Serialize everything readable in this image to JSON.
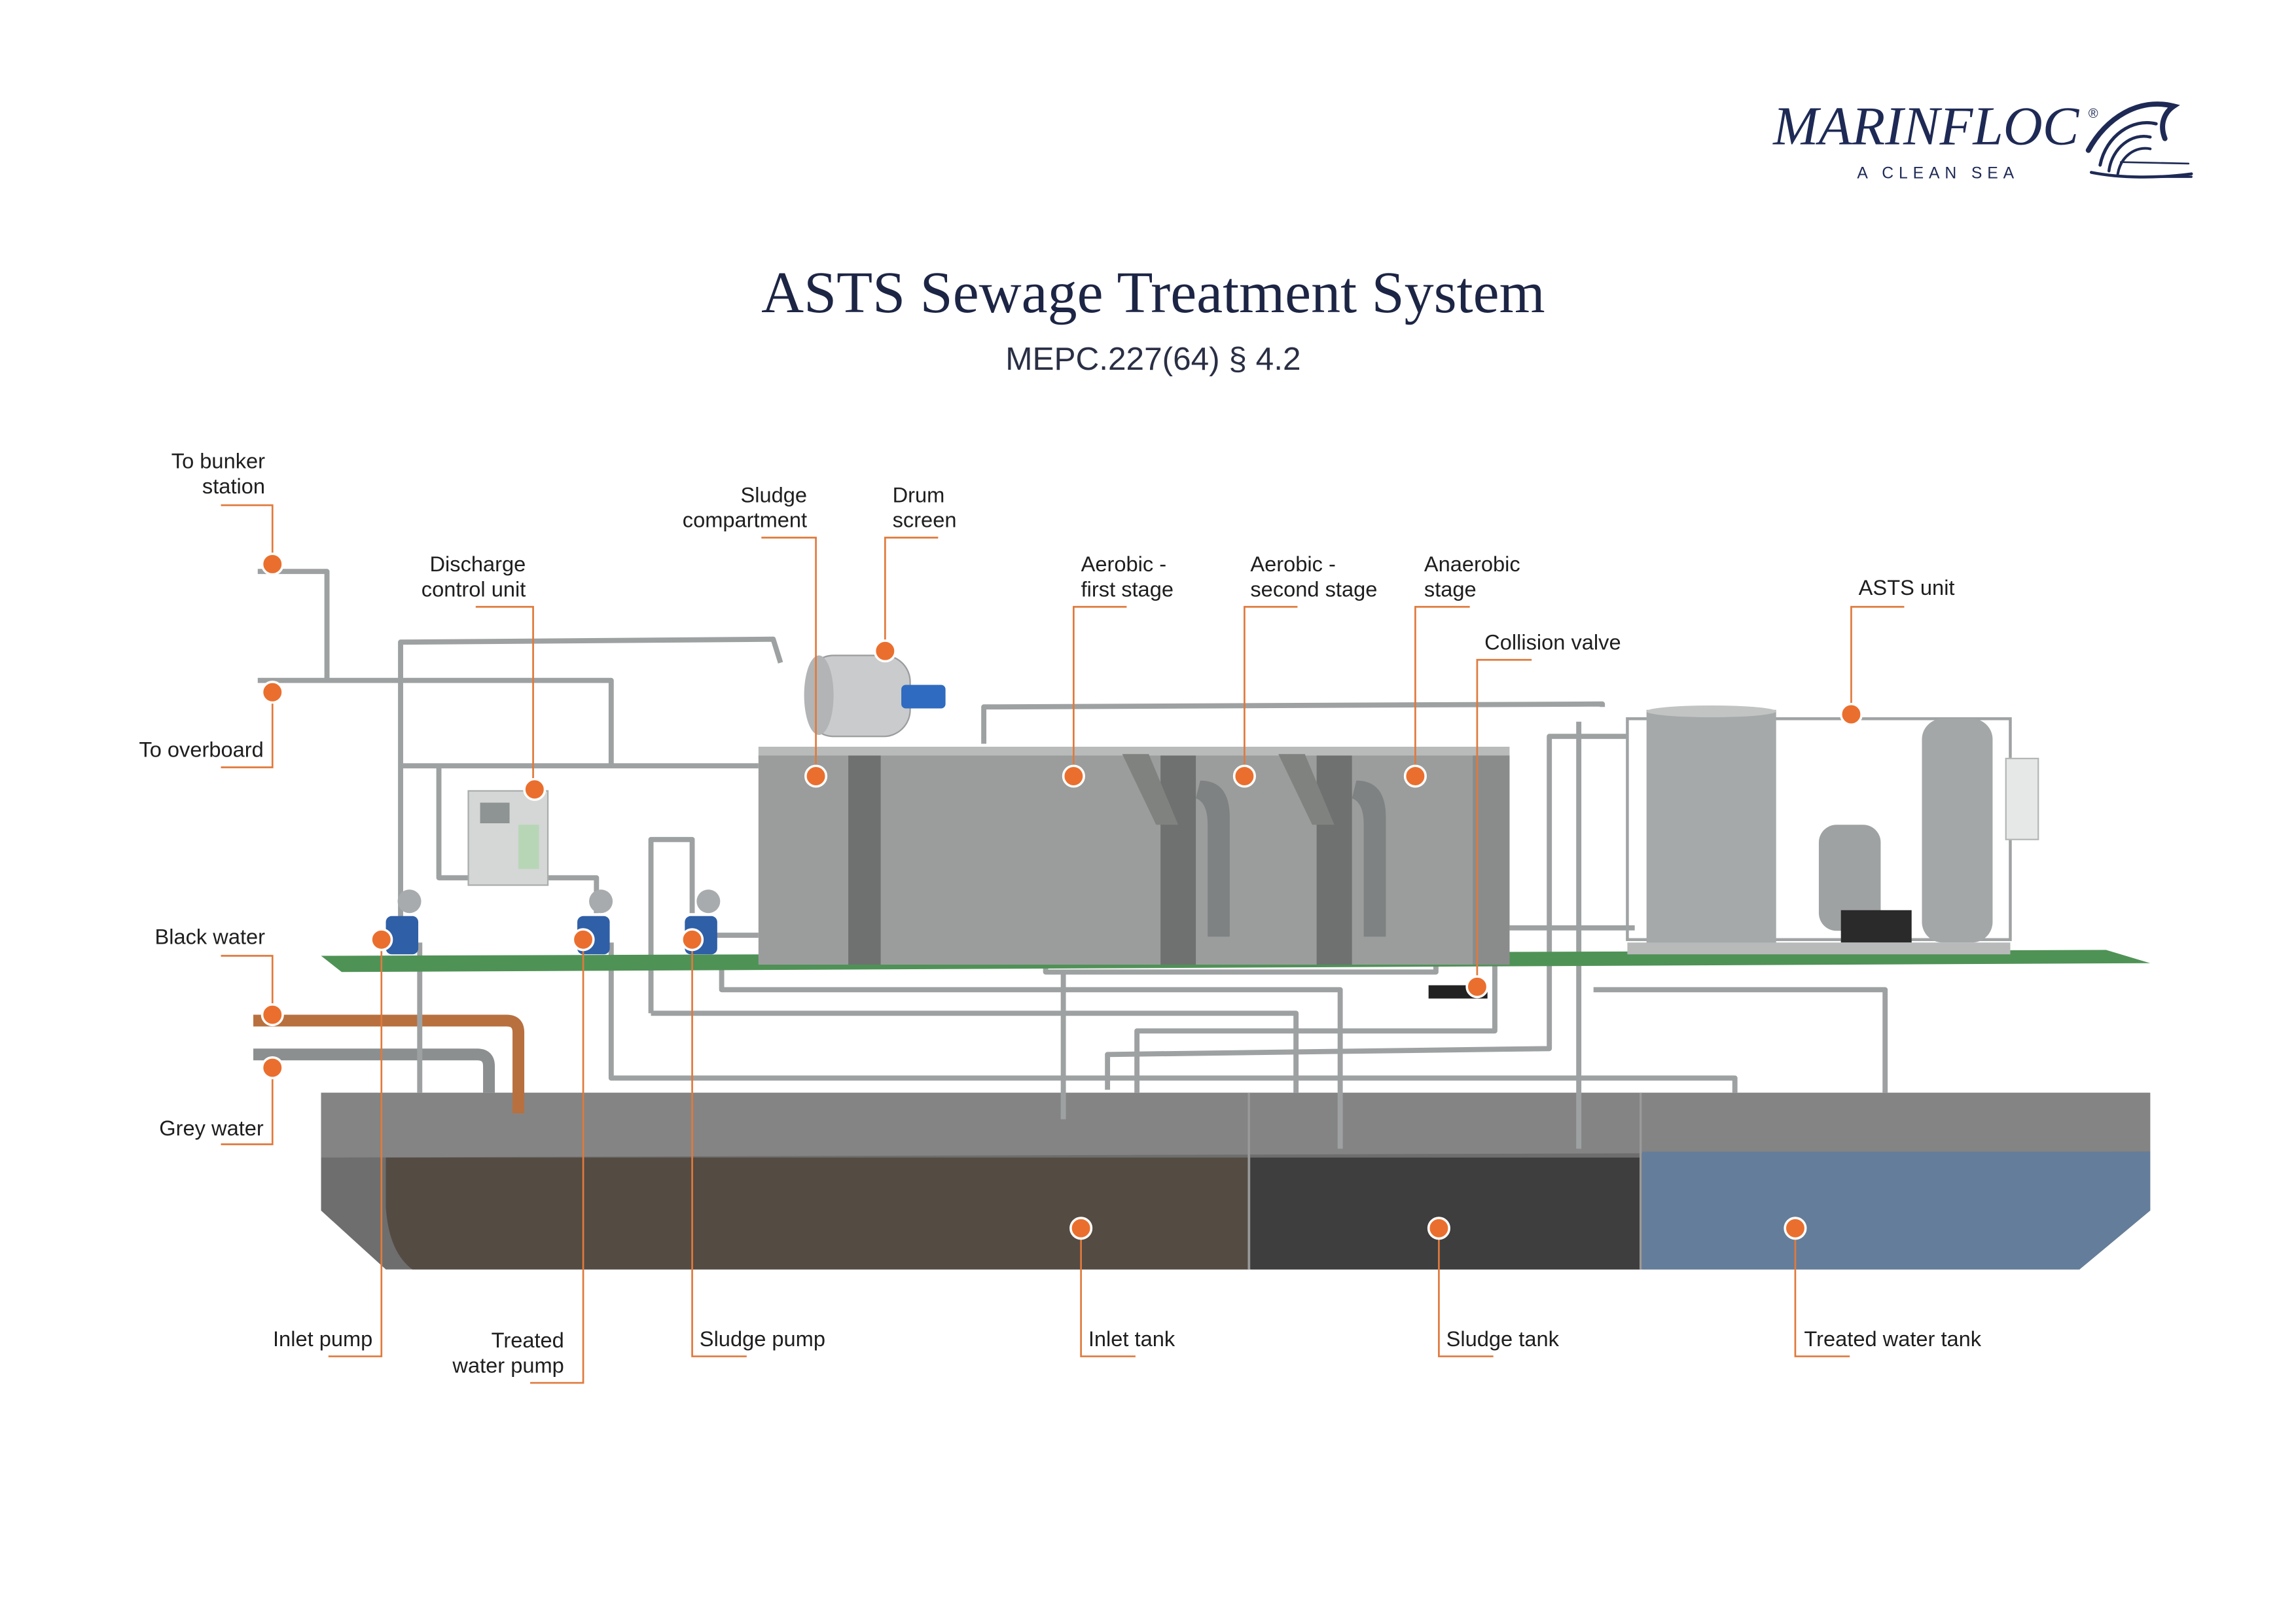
{
  "header": {
    "title": "ASTS Sewage Treatment System",
    "subtitle": "MEPC.227(64) § 4.2"
  },
  "logo": {
    "brand": "MARINFLOC",
    "registered": "®",
    "tagline": "A CLEAN SEA",
    "icon": "wave-icon"
  },
  "colors": {
    "accent": "#ea6f2e",
    "brand": "#1e2a55",
    "deck": "#4f9256",
    "inlet_tank": "#544b43",
    "sludge_tank": "#3e3e3e",
    "treated_water_tank": "#647d9a",
    "black_water_pipe": "#b8703f"
  },
  "labels": [
    {
      "lines": [
        "To bunker",
        "station"
      ]
    },
    {
      "lines": [
        "To overboard"
      ]
    },
    {
      "lines": [
        "Discharge",
        "control unit"
      ]
    },
    {
      "lines": [
        "Sludge",
        "compartment"
      ]
    },
    {
      "lines": [
        "Drum",
        "screen"
      ]
    },
    {
      "lines": [
        "Aerobic -",
        "first stage"
      ]
    },
    {
      "lines": [
        "Aerobic -",
        "second stage"
      ]
    },
    {
      "lines": [
        "Anaerobic",
        "stage"
      ]
    },
    {
      "lines": [
        "Collision valve"
      ]
    },
    {
      "lines": [
        "ASTS unit"
      ]
    },
    {
      "lines": [
        "Black water"
      ]
    },
    {
      "lines": [
        "Grey water"
      ]
    },
    {
      "lines": [
        "Inlet pump"
      ]
    },
    {
      "lines": [
        "Treated",
        "water pump"
      ]
    },
    {
      "lines": [
        "Sludge pump"
      ]
    },
    {
      "lines": [
        "Inlet tank"
      ]
    },
    {
      "lines": [
        "Sludge tank"
      ]
    },
    {
      "lines": [
        "Treated water tank"
      ]
    }
  ]
}
